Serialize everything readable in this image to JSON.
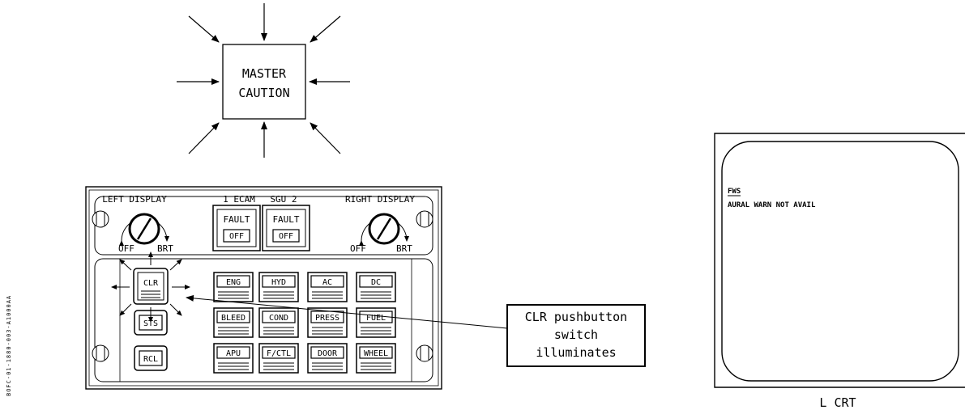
{
  "doc_id": "BOFC-01-1880-003-A1000AA",
  "master_caution": {
    "line1": "MASTER",
    "line2": "CAUTION"
  },
  "panel": {
    "left_display": "LEFT DISPLAY",
    "right_display": "RIGHT DISPLAY",
    "ecam": "1 ECAM",
    "sgu": "SGU 2",
    "fault": "FAULT",
    "off": "OFF",
    "knob_off": "OFF",
    "knob_brt": "BRT",
    "clr": "CLR",
    "sts": "STS",
    "rcl": "RCL",
    "row1": [
      "ENG",
      "HYD",
      "AC",
      "DC"
    ],
    "row2": [
      "BLEED",
      "COND",
      "PRESS",
      "FUEL"
    ],
    "row3": [
      "APU",
      "F/CTL",
      "DOOR",
      "WHEEL"
    ]
  },
  "callout": {
    "line1": "CLR pushbutton",
    "line2": "switch",
    "line3": "illuminates"
  },
  "crt": {
    "title": "FWS",
    "message": "AURAL WARN NOT AVAIL",
    "label": "L CRT"
  }
}
